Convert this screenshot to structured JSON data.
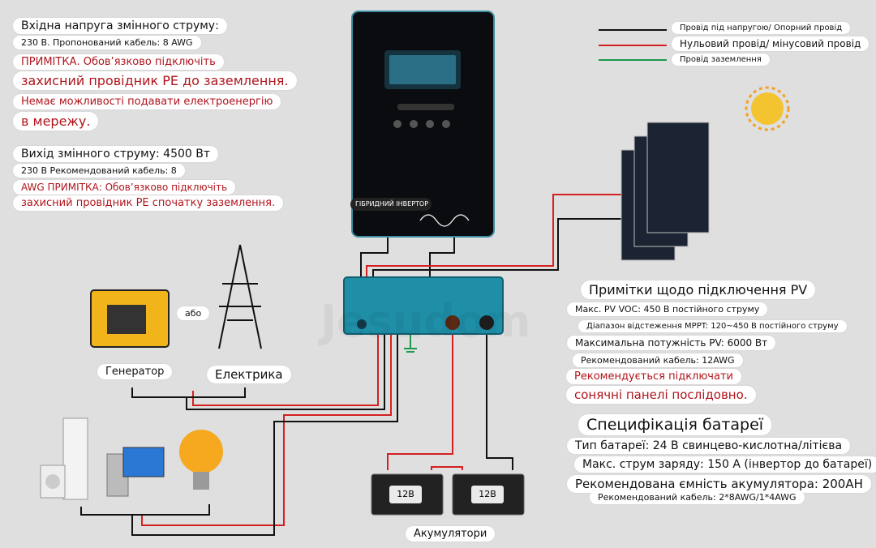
{
  "ac_input": {
    "title": "Вхідна напруга змінного струму:",
    "line1": "230 В. Пропонований кабель: 8 AWG",
    "note1": "ПРИМІТКА. Обов’язково підключіть",
    "note2": "захисний провідник PE до заземлення.",
    "note3": "Немає можливості подавати електроенергію",
    "note4": "в мережу."
  },
  "ac_output": {
    "title": "Вихід змінного струму: 4500 Вт",
    "line1": "230 В Рекомендований кабель: 8",
    "note1": "AWG ПРИМІТКА: Обов’язково підключіть",
    "note2": "захисний провідник PE спочатку заземлення."
  },
  "legend": {
    "live": "Провід під напругою/ Опорний провід",
    "neutral": "Нульовий провід/ мінусовий провід",
    "ground": "Провід заземлення"
  },
  "inverter": {
    "label": "ГІБРИДНИЙ ІНВЕРТОР"
  },
  "sources": {
    "or": "або",
    "generator": "Генератор",
    "grid": "Електрика"
  },
  "pv_notes": {
    "title": "Примітки щодо підключення PV",
    "voc": "Макс. PV VOC: 450 В постійного струму",
    "mppt": "Діапазон відстеження MPPT: 120~450 В постійного струму",
    "power": "Максимальна потужність PV: 6000 Вт",
    "cable": "Рекомендований кабель: 12AWG",
    "rec1": "Рекомендується підключати",
    "rec2": "сонячні панелі послідовно."
  },
  "battery_spec": {
    "title": "Специфікація батареї",
    "type": "Тип батареї: 24 В свинцево-кислотна/літієва",
    "charge": "Макс. струм заряду: 150 А (інвертор до батареї)",
    "capacity": "Рекомендована ємність акумулятора: 200AH",
    "cable": "Рекомендований кабель: 2*8AWG/1*4AWG"
  },
  "batteries": {
    "label1": "12В",
    "label2": "12В",
    "caption": "Акумулятори"
  },
  "watermark": "Jesudom",
  "colors": {
    "live": "#d42020",
    "neutral": "#111111",
    "ground": "#1a9a4a",
    "inverter_body": "#0a0c10",
    "unit_teal": "#1f8fa8"
  }
}
